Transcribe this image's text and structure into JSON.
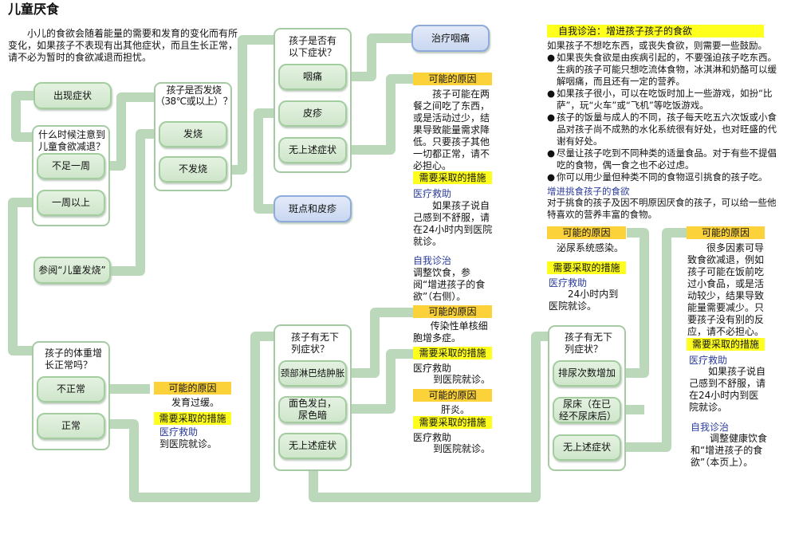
{
  "title": "儿童厌食",
  "intro": "小儿的食欲会随着能量的需要和发育的变化而有所变化，如果孩子不表现有出其他症状，而且生长正常，请不必为暂时的食欲减退而担忧。",
  "nodes": {
    "start": "出现症状",
    "q1": "什么时候注意到儿童食欲减退？",
    "q1_a": "不足一周",
    "q1_b": "一周以上",
    "see_fever": "参阅“儿童发烧”",
    "q2": "孩子是否发烧（38℃或以上）？",
    "q2_a": "发烧",
    "q2_b": "不发烧",
    "q3": "孩子是否有以下症状？",
    "q3_a": "咽痛",
    "q3_b": "皮疹",
    "q3_c": "无上述症状",
    "treat_throat": "治疗咽痛",
    "spots_rash": "斑点和皮疹",
    "q4": "孩子的体重增长正常吗？",
    "q4_a": "不正常",
    "q4_b": "正常",
    "q5": "孩子有无下列症状？",
    "q5_a": "颈部淋巴结肿胀",
    "q5_b": "面色发白，尿色暗",
    "q5_c": "无上述症状",
    "q6": "孩子有无下列症状？",
    "q6_a": "排尿次数增加",
    "q6_b": "尿床（在已经不尿床后）",
    "q6_c": "无上述症状"
  },
  "labels": {
    "cause": "可能的原因",
    "action": "需要采取的措施",
    "medical": "医疗救助",
    "self": "自我诊治"
  },
  "panels": {
    "p1": {
      "cause": "孩子可能在两餐之间吃了东西，或是活动过少，结果导致能量需求降低。只要孩子其他一切都正常，请不必担心。",
      "medical": "如果孩子说自己感到不舒服，请在24小时内到医院就诊。",
      "self": "调整饮食，参阅“增进孩子的食欲”（右侧）。"
    },
    "p2": {
      "cause": "传染性单核细胞增多症。",
      "medical": "到医院就诊。"
    },
    "p3": {
      "cause": "肝炎。",
      "medical": "到医院就诊。"
    },
    "p4": {
      "cause": "发育过缓。",
      "medical": "到医院就诊。"
    },
    "p5": {
      "cause": "泌尿系统感染。",
      "medical": "24小时内到医院就诊。"
    },
    "p6": {
      "cause": "很多因素可导致食欲减退，例如孩子可能在饭前吃过小食品，或是活动较少，结果导致能量需要减少。只要孩子没有别的反应，请不必担心。",
      "medical": "如果孩子说自己感到不舒服，请在24小时内到医院就诊。",
      "self": "调整健康饮食和“增进孩子的食欲”（本页上）。"
    }
  },
  "advice": {
    "header": "自我诊治：增进孩子孩子的食欲",
    "lead": "如果孩子不想吃东西，或丧失食欲，则需要一些鼓励。",
    "bullets": [
      "如果丧失食欲是由疾病引起的，不要强迫孩子吃东西。生病的孩子可能只想吃流体食物，冰淇淋和奶酪可以缓解咽痛，而且还有一定的营养。",
      "如果孩子很小，可以在吃饭时加上一些游戏，如扮“比萨”，玩“火车”或“飞机”等吃饭游戏。",
      "孩子的饭量与成人的不同，孩子每天吃五六次饭或小食品对孩子尚不成熟的水化系统很有好处，也对旺盛的代谢有好处。",
      "尽量让孩子吃到不同种类的适量食品。对于有些不提倡吃的食物，偶一食之也不必过虑。",
      "你可以用少量但种类不同的食物逗引挑食的孩子吃。"
    ],
    "picky_title": "增进挑食孩子的食欲",
    "picky_text": "对于挑食的孩子及因不明原因厌食的孩子，可以给一些他特喜欢的营养丰富的食物。"
  },
  "colors": {
    "connector": "#bcd8bb",
    "cause": "#fbd23a",
    "action": "#ffff1e",
    "link": "#2c3c9c"
  }
}
